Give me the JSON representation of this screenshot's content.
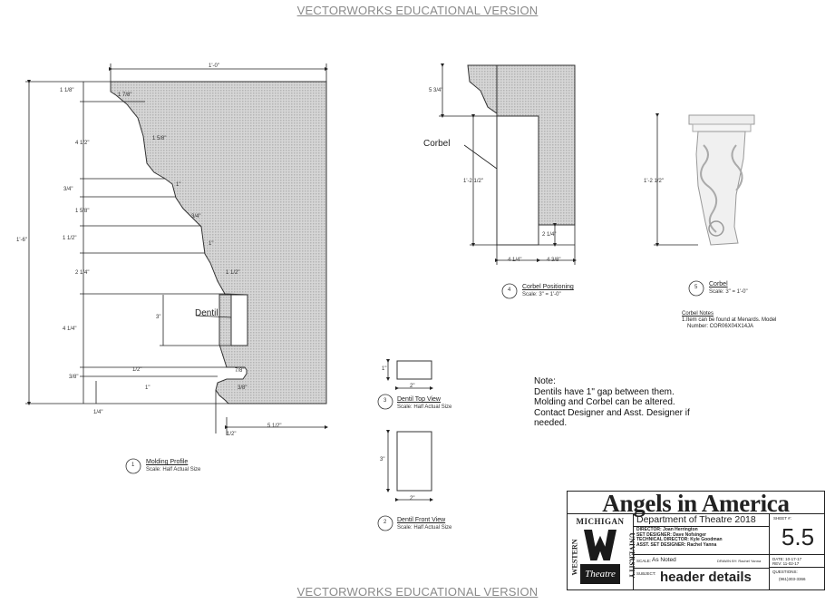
{
  "watermark": {
    "top": "VECTORWORKS EDUCATIONAL VERSION",
    "bottom": "VECTORWORKS EDUCATIONAL VERSION"
  },
  "molding": {
    "dims": {
      "width_top": "1'-0\"",
      "height_total": "1'-6\"",
      "d1": "1 1/8\"",
      "d2": "4 1/2\"",
      "d3": "3/4\"",
      "d4": "1 5/8\"",
      "d5": "1 1/2\"",
      "d6": "2 1/4\"",
      "d7": "4 1/4\"",
      "d8": "3/8\"",
      "d9": "1/4\"",
      "h1": "1 7/8\"",
      "h2": "1 5/8\"",
      "h3": "1\"",
      "h4": "3/4\"",
      "h5": "1\"",
      "h6": "1 1/2\"",
      "dentil_h": "3\"",
      "b1": "1/2\"",
      "b2": "7/8\"",
      "b3": "1\"",
      "b4": "3/8\"",
      "b5": "1/2\"",
      "b6": "5 1/2\""
    },
    "dentil_label": "Dentil",
    "caption": {
      "num": "1",
      "title": "Molding Profile",
      "scale": "Scale: Half Actual Size"
    }
  },
  "dentil_top": {
    "h": "1\"",
    "w": "2\"",
    "caption": {
      "num": "3",
      "title": "Dentil Top View",
      "scale": "Scale: Half Actual Size"
    }
  },
  "dentil_front": {
    "h": "3\"",
    "w": "2\"",
    "caption": {
      "num": "2",
      "title": "Dentil Front View",
      "scale": "Scale: Half Actual Size"
    }
  },
  "corbel_pos": {
    "label": "Corbel",
    "top": "5 3/4\"",
    "height": "1'-2 1/2\"",
    "gap": "2 1/4\"",
    "w1": "4 1/4\"",
    "w2": "4 3/8\"",
    "caption": {
      "num": "4",
      "title": "Corbel Positioning",
      "scale": "Scale: 3\" = 1'-0\""
    }
  },
  "corbel": {
    "height": "1'-2 1/2\"",
    "caption": {
      "num": "5",
      "title": "Corbel",
      "scale": "Scale: 3\" = 1'-0\""
    }
  },
  "corbel_notes": {
    "title": "Corbel Notes",
    "line1": "1.Item can be found at Menards. Model",
    "line2": "Number: COR06X04X14JA"
  },
  "note": {
    "title": "Note:",
    "lines": [
      "Dentils have 1\" gap between them.",
      "Molding and Corbel can be altered.",
      "Contact Designer and Asst. Designer if",
      "needed."
    ]
  },
  "title_block": {
    "show": "Angels in America",
    "dept": "Department of Theatre 2018",
    "sheet_label": "SHEET #:",
    "sheet": "5.5",
    "credits": [
      "DIRECTOR: Joan Herrington",
      "SET DESIGNER: Dave Nofsinger",
      "TECHNICAL DIRECTOR: Kyle Goodman",
      "ASST. SET DESIGNER: Rachel Yanna"
    ],
    "scale_label": "SCALE:",
    "scale": "As Noted",
    "drawn": "DRAWN BY: Rachel Yanna",
    "date": "DATE: 10-17-17",
    "rev": "REV: 11-02-17",
    "subject_label": "SUBJECT:",
    "subject": "header details",
    "questions_label": "QUESTIONS:",
    "phone": "(961)303-3366",
    "univ_top": "MICHIGAN",
    "univ_left": "WESTERN",
    "univ_right": "UNIVERSITY",
    "logo_script": "Theatre"
  }
}
